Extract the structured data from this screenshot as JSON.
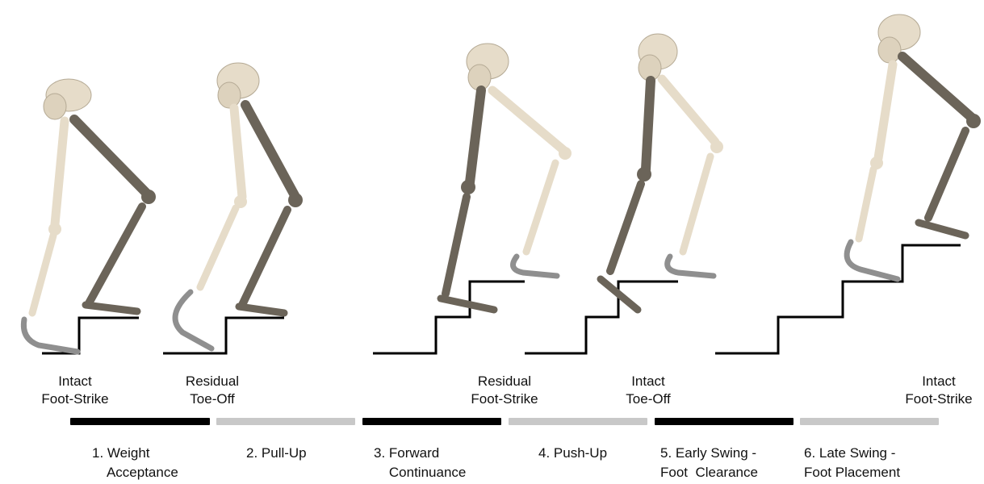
{
  "colors": {
    "intact_bone": "#e6dcc9",
    "residual_bone": "#6b6459",
    "prosthesis": "#8f8f8f",
    "stair": "#000000",
    "bar_dark": "#000000",
    "bar_light": "#c8c8c8"
  },
  "event_labels": [
    "Intact\nFoot-Strike",
    "Residual\nToe-Off",
    "Residual\nFoot-Strike",
    "Intact\nToe-Off",
    "Intact\nFoot-Strike"
  ],
  "phases": [
    {
      "label": "1. Weight\n    Acceptance",
      "bar": "dark"
    },
    {
      "label": "2. Pull-Up",
      "bar": "light"
    },
    {
      "label": "3. Forward\n    Continuance",
      "bar": "dark"
    },
    {
      "label": "4. Push-Up",
      "bar": "light"
    },
    {
      "label": "5. Early Swing -\nFoot  Clearance",
      "bar": "dark"
    },
    {
      "label": "6. Late Swing -\nFoot Placement",
      "bar": "light"
    }
  ]
}
